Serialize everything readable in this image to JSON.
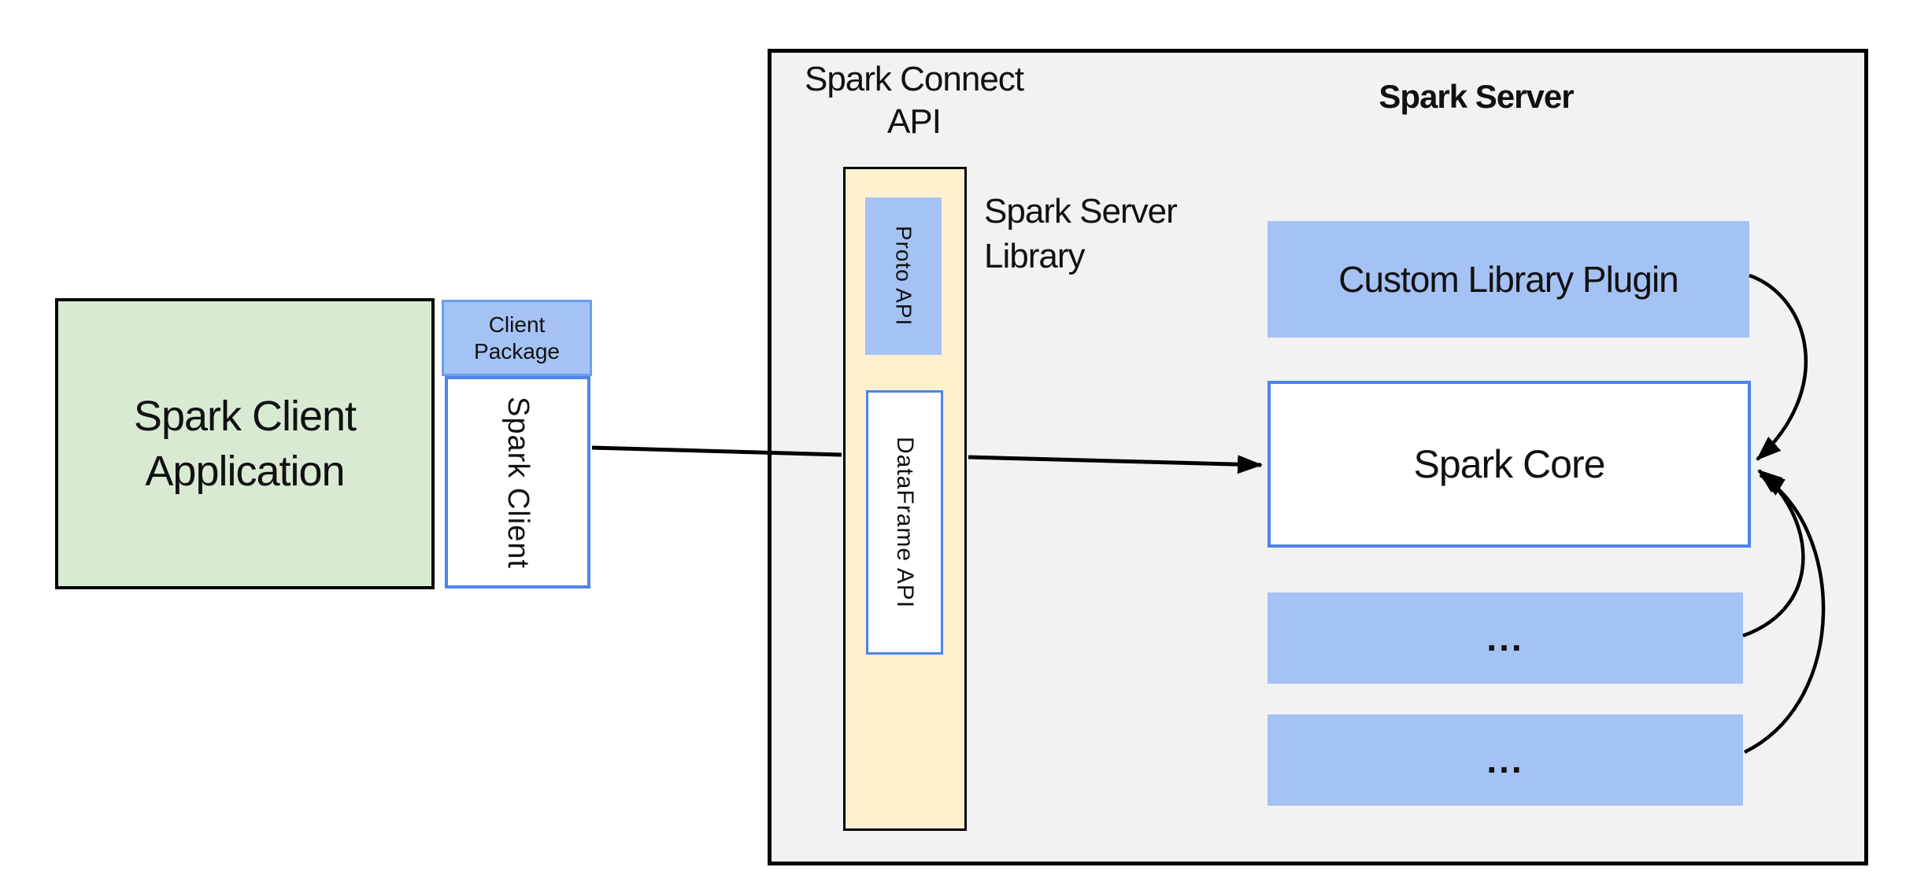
{
  "diagram": {
    "client": {
      "app_label": "Spark Client\nApplication",
      "package_label": "Client\nPackage",
      "client_label": "Spark Client"
    },
    "connect": {
      "title": "Spark Connect\nAPI",
      "proto_label": "Proto API",
      "dataframe_label": "DataFrame API",
      "library_label": "Spark Server\nLibrary"
    },
    "server": {
      "title": "Spark Server",
      "plugin_label": "Custom Library Plugin",
      "core_label": "Spark Core",
      "ellipsis_box_1": "...",
      "ellipsis_box_2": "..."
    },
    "colors": {
      "node_blue_fill": "#a4c2f4",
      "node_blue_border": "#4a86e8",
      "package_border": "#6d9eeb",
      "client_green_fill": "#d9ead3",
      "api_yellow_fill": "#fdf0ce",
      "server_gray_fill": "#f2f2f2",
      "line_black": "#000000"
    }
  }
}
